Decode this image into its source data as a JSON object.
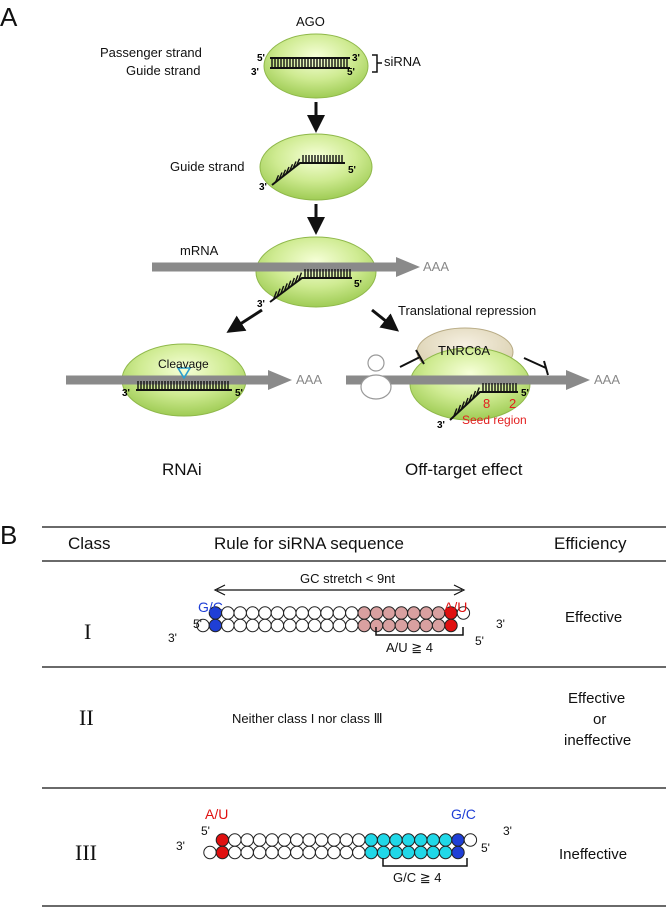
{
  "panel_a": {
    "label": "A",
    "ago": "AGO",
    "passenger_strand": "Passenger strand",
    "guide_strand": "Guide strand",
    "sirna": "siRNA",
    "guide_strand_2": "Guide strand",
    "mrna": "mRNA",
    "aaa": "AAA",
    "translational_repression": "Translational repression",
    "cleavage": "Cleavage",
    "tnrc6a": "TNRC6A",
    "seed_num_8": "8",
    "seed_num_2": "2",
    "seed_region": "Seed region",
    "rnai": "RNAi",
    "off_target": "Off-target effect",
    "end_3": "3'",
    "end_5": "5'"
  },
  "panel_b": {
    "label": "B",
    "headers": {
      "class": "Class",
      "rule": "Rule for siRNA sequence",
      "efficiency": "Efficiency"
    },
    "rows": [
      {
        "class": "I",
        "efficiency": "Effective",
        "gc_stretch": "GC stretch < 9nt",
        "left_base": "G/C",
        "right_base": "A/U",
        "bracket": "A/U ≧ 4"
      },
      {
        "class": "II",
        "efficiency_lines": [
          "Effective",
          "or",
          "ineffective"
        ],
        "rule": "Neither class I nor class Ⅲ"
      },
      {
        "class": "III",
        "efficiency": "Ineffective",
        "left_base": "A/U",
        "right_base": "G/C",
        "bracket": "G/C ≧ 4"
      }
    ],
    "colors": {
      "blue": "#1f3fd6",
      "red": "#e01010",
      "pink": "#d9a0a0",
      "cyan": "#20d8e8",
      "red_text": "#e32020",
      "blue_text": "#1f3fd6"
    }
  }
}
